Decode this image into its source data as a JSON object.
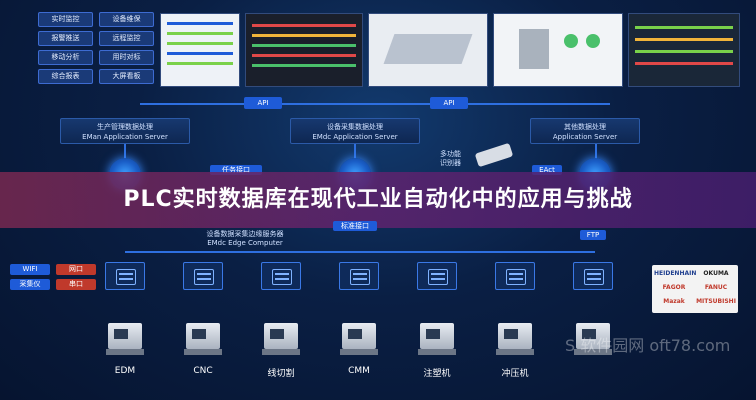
{
  "nav": [
    "实时监控",
    "设备维保",
    "报警推送",
    "远程监控",
    "移动分析",
    "用时对标",
    "综合报表",
    "大屏看板"
  ],
  "api_label": "API",
  "servers": [
    {
      "cn": "生产管理数据处理",
      "en": "EMan Application Server"
    },
    {
      "cn": "设备采集数据处理",
      "en": "EMdc Application Server"
    },
    {
      "cn": "其他数据处理",
      "en": "Application Server"
    }
  ],
  "mid_tags": {
    "left_partial": "任务接口",
    "mid": "标准接口",
    "ftp": "FTP",
    "eact": "EAct"
  },
  "device_reader": "多功能\n识别器",
  "edge": {
    "cn": "设备数据采集边缘服务器",
    "en": "EMdc Edge Computer"
  },
  "protocols": [
    [
      "WIFI",
      "网口"
    ],
    [
      "采集仪",
      "串口"
    ]
  ],
  "banner_title": "PLC实时数据库在现代工业自动化中的应用与挑战",
  "machines": [
    "EDM",
    "CNC",
    "线切割",
    "CMM",
    "注塑机",
    "冲压机"
  ],
  "brands": [
    "HEIDENHAIN",
    "OKUMA",
    "FAGOR",
    "FANUC",
    "Mazak",
    "MITSUBISHI"
  ],
  "watermark": "S 软件园网 oft78.com",
  "colors": {
    "accent": "#1e5bd8",
    "bg": "#0a1f44",
    "banner": "#6a2a7a"
  }
}
